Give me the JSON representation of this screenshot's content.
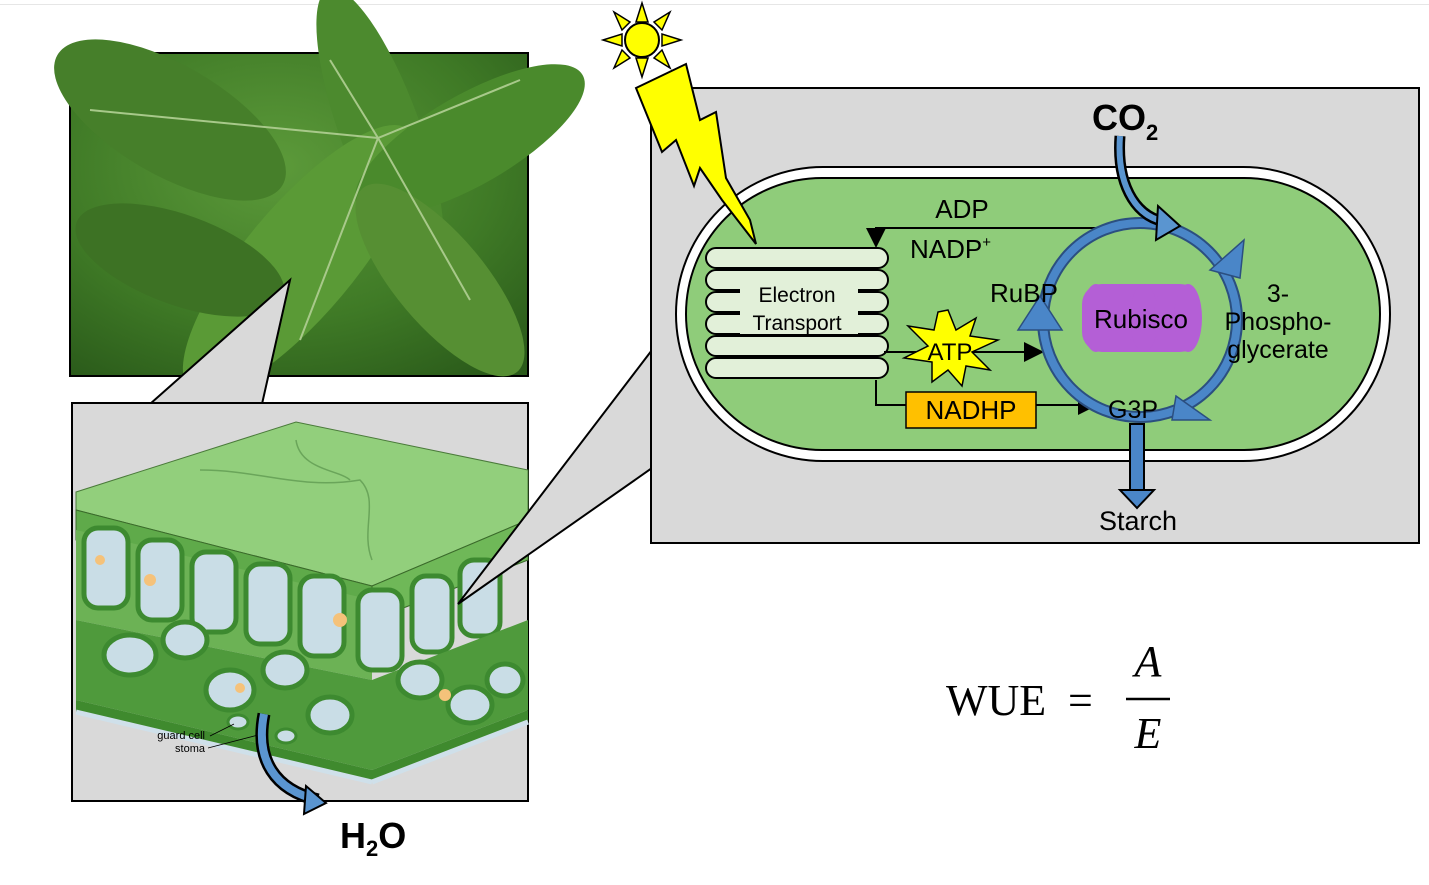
{
  "labels": {
    "electron_transport_line1": "Electron",
    "electron_transport_line2": "Transport",
    "adp": "ADP",
    "nadp": "NADP",
    "nadp_sup": "+",
    "atp": "ATP",
    "nadhp": "NADHP",
    "rubp": "RuBP",
    "rubisco": "Rubisco",
    "pga_line1": "3-",
    "pga_line2": "Phospho-",
    "pga_line3": "glycerate",
    "g3p": "G3P",
    "starch": "Starch",
    "co2_main": "CO",
    "co2_sub": "2",
    "h2o_h": "H",
    "h2o_sub": "2",
    "h2o_o": "O",
    "guard_cell": "guard cell",
    "stoma": "stoma"
  },
  "equation": {
    "lhs": "WUE",
    "eq": "=",
    "numerator": "A",
    "denominator": "E"
  },
  "colors": {
    "panel_gray": "#d9d9d9",
    "chloroplast_green": "#8fcc7a",
    "thylakoid_fill": "#e2f0d9",
    "cycle_blue": "#4a86c8",
    "rubisco_purple": "#b45fd6",
    "atp_yellow": "#ffff00",
    "nadhp_orange": "#ffc000",
    "sun_yellow": "#ffff00"
  }
}
